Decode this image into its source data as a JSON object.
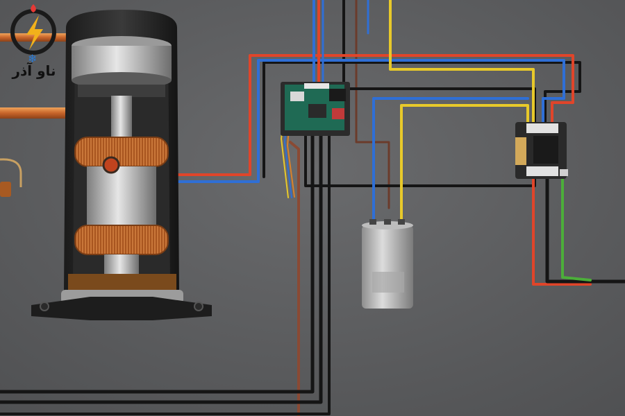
{
  "logo": {
    "text": "ناو آذر",
    "ring_color": "#1a1a1a",
    "bolt_color": "#f2b11b",
    "flame_color": "#e53935",
    "snow_color": "#2a7bd6"
  },
  "wire_colors": {
    "red": "#e0452a",
    "blue": "#2f6fd6",
    "yellow": "#e8c92a",
    "black": "#151515",
    "green": "#4cae3a",
    "brown": "#8a4a34",
    "copper": "#d9822b"
  },
  "components": [
    {
      "name": "scroll-compressor",
      "label": ""
    },
    {
      "name": "control-board",
      "label": ""
    },
    {
      "name": "run-capacitor",
      "label": ""
    },
    {
      "name": "contactor",
      "label": ""
    }
  ]
}
